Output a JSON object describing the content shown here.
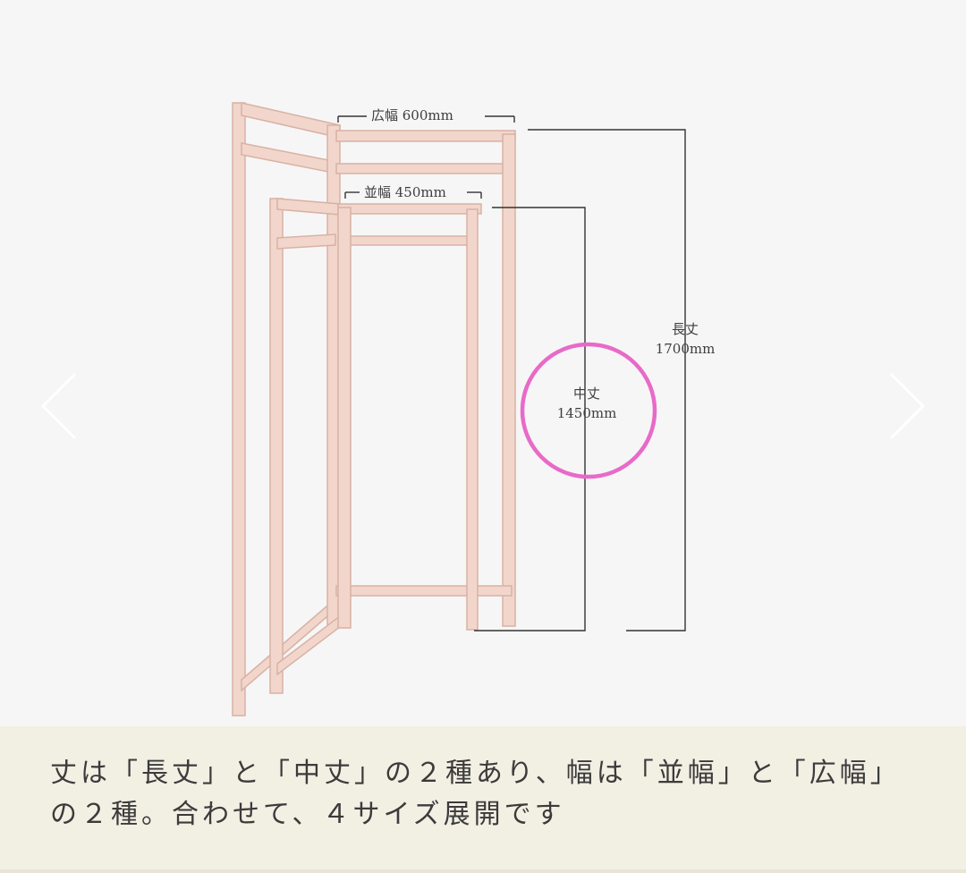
{
  "dimensions": {
    "wide_width": "広幅 600mm",
    "standard_width": "並幅 450mm",
    "long_length_name": "長丈",
    "long_length_value": "1700mm",
    "medium_length_name": "中丈",
    "medium_length_value": "1450mm"
  },
  "highlight_color": "#e86ac8",
  "caption": {
    "text": "丈は「長丈」と「中丈」の２種あり、幅は「並幅」と「広幅」の２種。合わせて、４サイズ展開です"
  },
  "navigation": {
    "prev_icon": "chevron-left-icon",
    "next_icon": "chevron-right-icon"
  }
}
